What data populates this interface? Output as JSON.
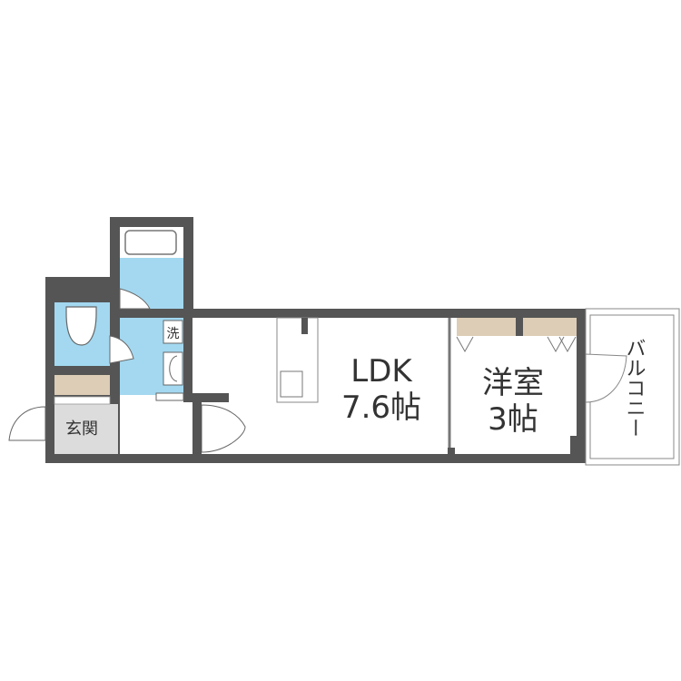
{
  "rooms": {
    "ldk": {
      "name": "LDK",
      "size": "7.6帖"
    },
    "western_room": {
      "name": "洋室",
      "size": "3帖"
    },
    "entrance": {
      "name": "玄関"
    },
    "washroom": {
      "name": "洗"
    },
    "balcony": {
      "name": "バルコニー"
    }
  },
  "colors": {
    "wall": "#555555",
    "wet_area": "#a3d8f0",
    "storage": "#ddcdb6",
    "entrance_floor": "#dcdcdc"
  }
}
